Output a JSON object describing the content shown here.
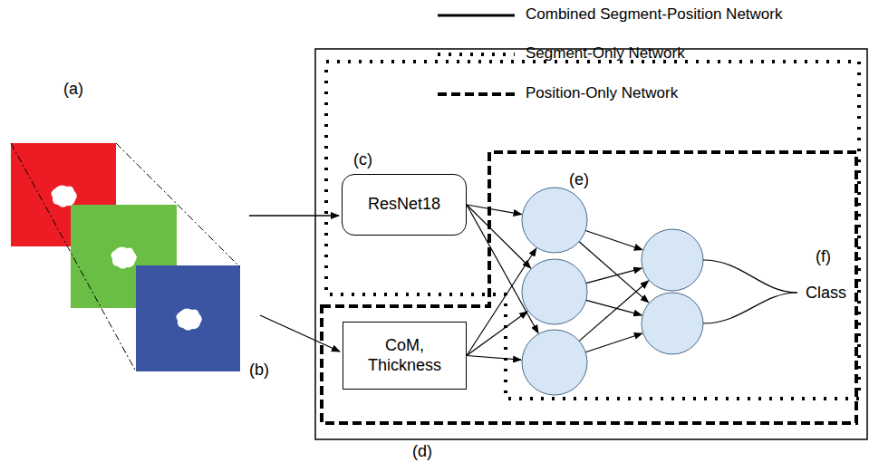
{
  "diagram": {
    "nodes": [
      {
        "text": [
          "ResNet18"
        ]
      },
      {
        "text": [
          "CoM, Thickness"
        ]
      }
    ],
    "labels": [
      "(a)",
      "(b)",
      "(c)",
      "(d)",
      "(e)",
      "(f)",
      "Class"
    ],
    "legend": [
      {
        "text": "Combined Segment-Position Network"
      },
      {
        "text": "Segment-Only Network"
      },
      {
        "text": "Position-Only Network"
      }
    ]
  }
}
